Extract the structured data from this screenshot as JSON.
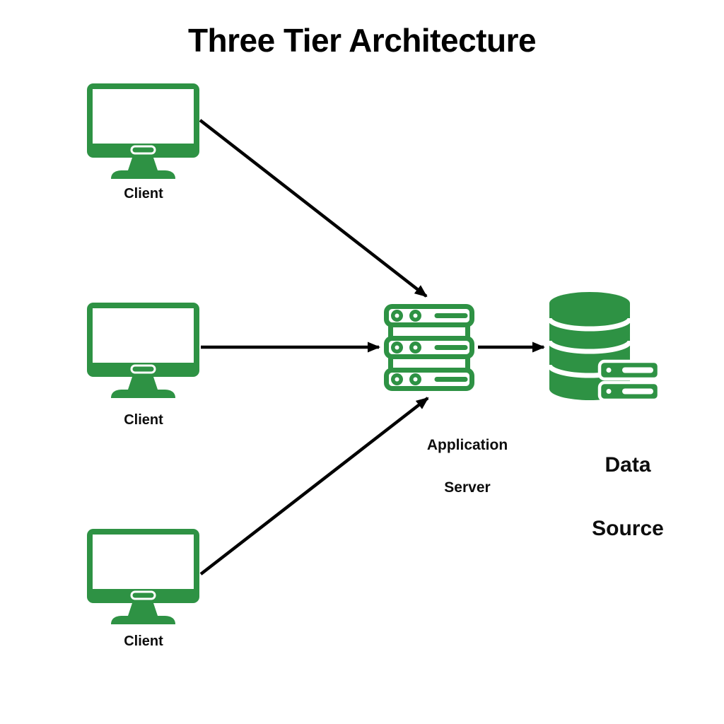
{
  "title": "Three Tier Architecture",
  "colors": {
    "green": "#2E9244",
    "arrow_black": "#000000",
    "text_black": "#0d0d0d"
  },
  "nodes": {
    "clients": [
      {
        "label": "Client"
      },
      {
        "label": "Client"
      },
      {
        "label": "Client"
      }
    ],
    "app_server": {
      "label_line1": "Application",
      "label_line2": "Server"
    },
    "data_source": {
      "label_line1": "Data",
      "label_line2": "Source"
    }
  },
  "icons": {
    "client": "monitor-icon",
    "app_server": "server-stack-icon",
    "data_source": "database-icon"
  },
  "connections": [
    {
      "from": "client-1",
      "to": "application-server"
    },
    {
      "from": "client-2",
      "to": "application-server"
    },
    {
      "from": "client-3",
      "to": "application-server"
    },
    {
      "from": "application-server",
      "to": "data-source"
    }
  ]
}
